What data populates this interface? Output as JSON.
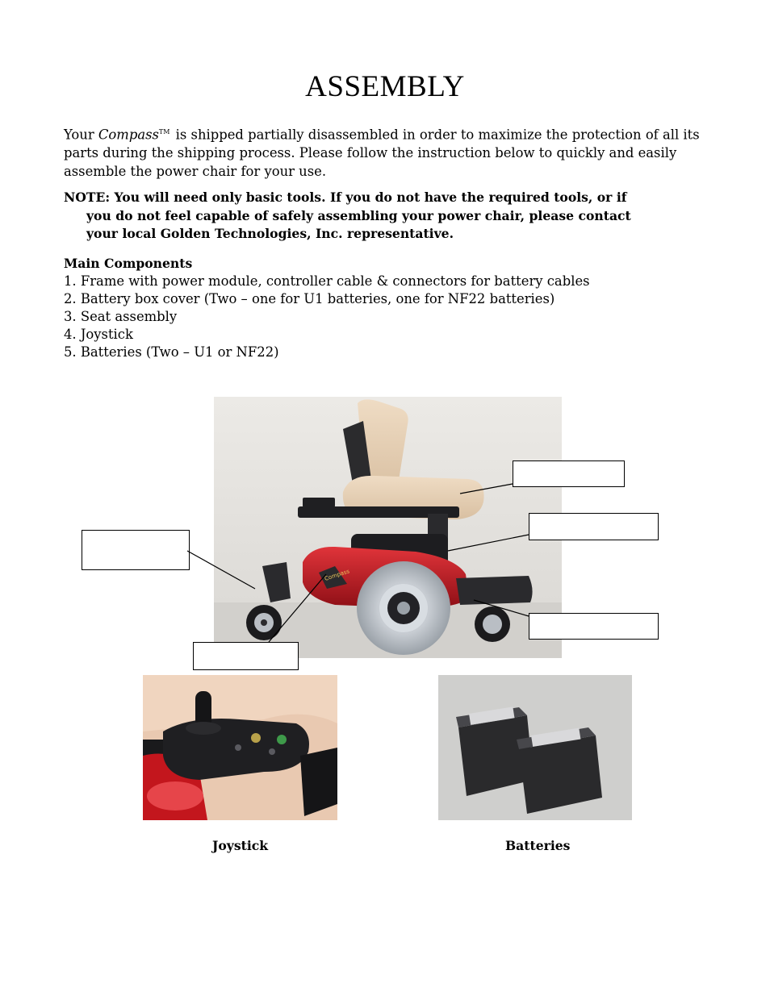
{
  "page": {
    "title": "ASSEMBLY",
    "intro": {
      "before": "Your ",
      "brand": "Compass",
      "tm": "TM",
      "after": " is shipped partially disassembled in order to maximize the protection of all its parts during the shipping process.  Please follow the instruction below to quickly and easily assemble the power chair for your use."
    },
    "note": {
      "line1": "NOTE: You will need only basic tools.  If you do not have the required tools, or if",
      "line2": "you do not feel capable of safely assembling your power chair, please contact",
      "line3": "your local Golden Technologies, Inc. representative."
    },
    "components": {
      "heading": "Main Components",
      "items": [
        "1. Frame with power module, controller cable & connectors for battery cables",
        "2. Battery box cover (Two – one for U1 batteries, one for NF22 batteries)",
        "3. Seat assembly",
        "4. Joystick",
        "5. Batteries (Two – U1 or NF22)"
      ]
    },
    "figures": {
      "joystick_caption": "Joystick",
      "batteries_caption": "Batteries"
    }
  }
}
